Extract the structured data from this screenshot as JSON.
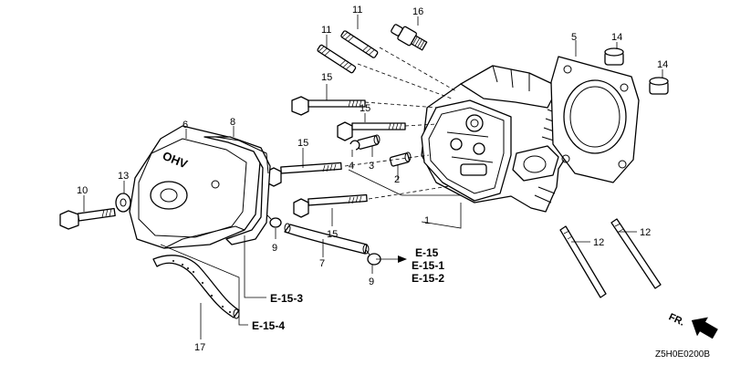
{
  "diagram": {
    "callouts": [
      {
        "id": "c1",
        "text": "1"
      },
      {
        "id": "c2",
        "text": "2"
      },
      {
        "id": "c3",
        "text": "3"
      },
      {
        "id": "c4",
        "text": "4"
      },
      {
        "id": "c5",
        "text": "5"
      },
      {
        "id": "c6",
        "text": "6"
      },
      {
        "id": "c7",
        "text": "7"
      },
      {
        "id": "c8",
        "text": "8"
      },
      {
        "id": "c9a",
        "text": "9"
      },
      {
        "id": "c9b",
        "text": "9"
      },
      {
        "id": "c10",
        "text": "10"
      },
      {
        "id": "c11a",
        "text": "11"
      },
      {
        "id": "c11b",
        "text": "11"
      },
      {
        "id": "c12a",
        "text": "12"
      },
      {
        "id": "c12b",
        "text": "12"
      },
      {
        "id": "c13",
        "text": "13"
      },
      {
        "id": "c14a",
        "text": "14"
      },
      {
        "id": "c14b",
        "text": "14"
      },
      {
        "id": "c15a",
        "text": "15"
      },
      {
        "id": "c15b",
        "text": "15"
      },
      {
        "id": "c15c",
        "text": "15"
      },
      {
        "id": "c15d",
        "text": "15"
      },
      {
        "id": "c16",
        "text": "16"
      },
      {
        "id": "c17",
        "text": "17"
      }
    ],
    "refs": {
      "e15": "E-15",
      "e15_1": "E-15-1",
      "e15_2": "E-15-2",
      "e15_3": "E-15-3",
      "e15_4": "E-15-4"
    },
    "cover_label": "OHV",
    "front_label": "FR.",
    "drawing_code": "Z5H0E0200B"
  }
}
